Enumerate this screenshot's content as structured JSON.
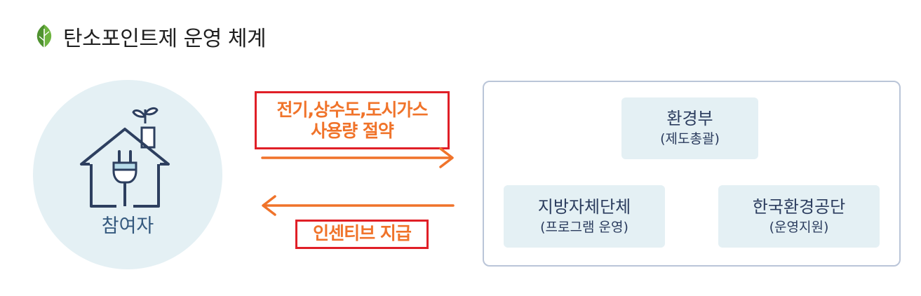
{
  "header": {
    "title": "탄소포인트제 운영 체계",
    "icon": "leaf-icon",
    "icon_color": "#5fa53a"
  },
  "participant": {
    "label": "참여자",
    "icon": "house-plug-icon",
    "circle_color": "#e4f0f4",
    "label_color": "#34597e"
  },
  "flows": {
    "saving_line1": "전기,상수도,도시가스",
    "saving_line2": "사용량 절약",
    "incentive": "인센티브 지급",
    "arrow_color": "#f0732a",
    "highlight_color": "#e01f27"
  },
  "organizations": {
    "ministry": {
      "name": "환경부",
      "role": "(제도총괄)"
    },
    "local_gov": {
      "name": "지방자체단체",
      "role": "(프로그램 운영)"
    },
    "keco": {
      "name": "한국환경공단",
      "role": "(운영지원)"
    }
  }
}
